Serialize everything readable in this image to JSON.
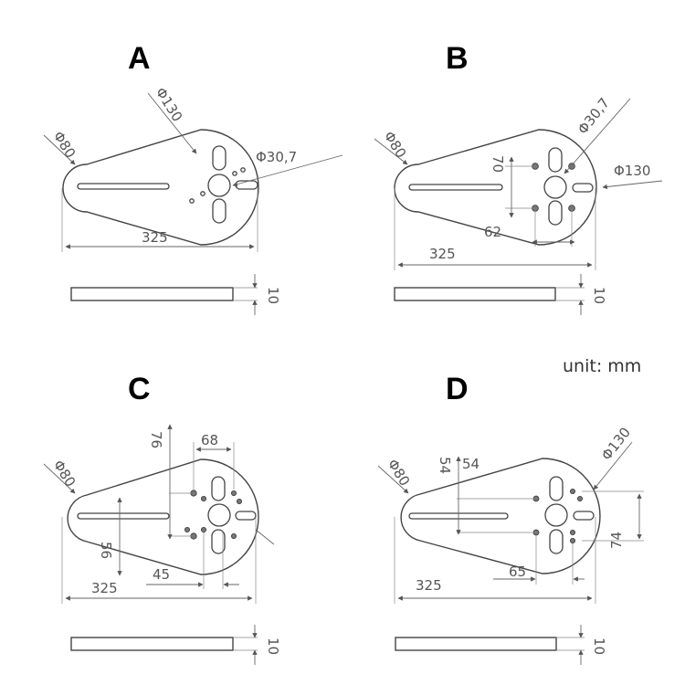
{
  "labels": {
    "panel_a": "A",
    "panel_b": "B",
    "panel_c": "C",
    "panel_d": "D",
    "unit": "unit: mm"
  },
  "dimensions": {
    "a": {
      "small_dia": "Φ80",
      "large_dia": "Φ130",
      "center_hole": "Φ30,7",
      "length": "325",
      "thickness": "10"
    },
    "b": {
      "small_dia": "Φ80",
      "large_dia": "Φ130",
      "center_hole": "Φ30,7",
      "hole_spacing_v": "70",
      "hole_spacing_h": "62",
      "length": "325",
      "thickness": "10"
    },
    "c": {
      "small_dia": "Φ80",
      "hole_spacing_v1": "76",
      "hole_spacing_h1": "68",
      "hole_spacing_v2": "56",
      "hole_spacing_h2": "45",
      "length": "325",
      "thickness": "10"
    },
    "d": {
      "small_dia": "Φ80",
      "large_dia": "Φ130",
      "hole_spacing_v1": "54",
      "hole_spacing_v2": "54",
      "hole_spacing_h": "65",
      "hole_spacing_v3": "74",
      "length": "325",
      "thickness": "10"
    }
  }
}
